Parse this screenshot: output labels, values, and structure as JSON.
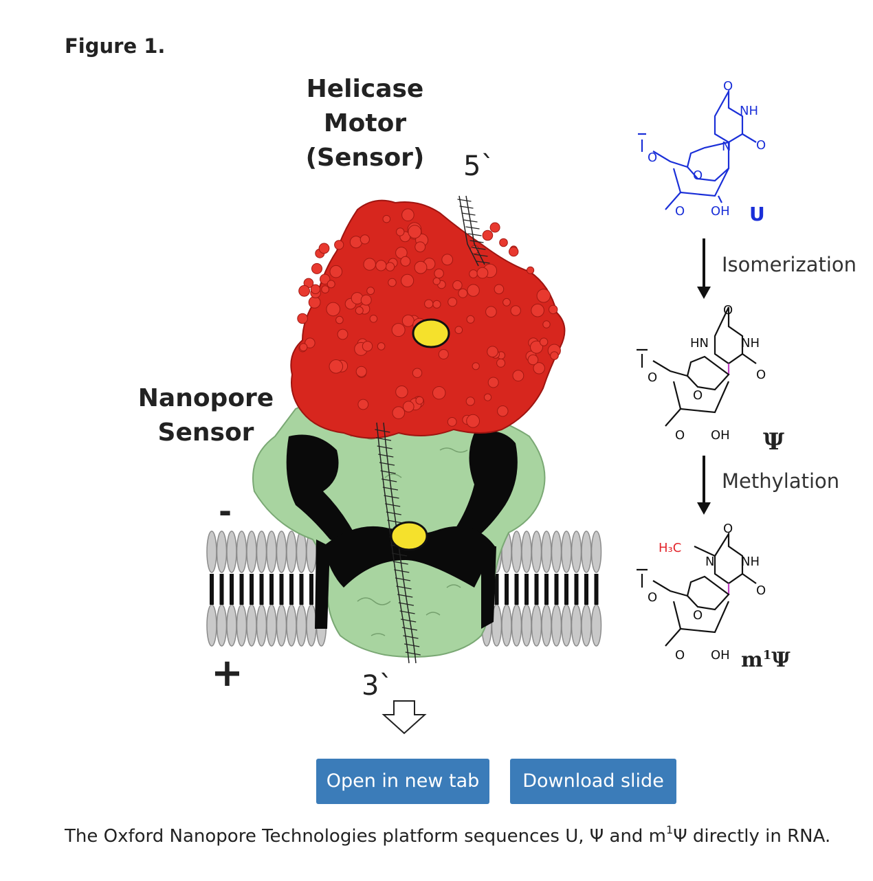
{
  "figure": {
    "heading": "Figure 1.",
    "labels": {
      "helicase": "Helicase\nMotor\n(Sensor)",
      "nanopore": "Nanopore\nSensor",
      "end5": "5`",
      "end3": "3`",
      "minus": "-",
      "plus": "+",
      "isomerization": "Isomerization",
      "methylation": "Methylation",
      "molecule_u": "U",
      "molecule_psi": "Ψ",
      "molecule_m1psi_base": "m",
      "molecule_m1psi_sup": "1",
      "molecule_m1psi_end": "Ψ",
      "atom_o": "O",
      "atom_nh": "NH",
      "atom_n": "N",
      "atom_hn": "HN",
      "atom_oh": "OH",
      "atom_h3c": "H₃C"
    },
    "colors": {
      "helicase": "#d7261e",
      "pore": "#a8d4a0",
      "pore_dark": "#0a0a0a",
      "marker": "#f5e12c",
      "uridine": "#1a2fd8",
      "methyl": "#e3242b",
      "glycosidic_bond": "#c23fc4"
    }
  },
  "actions": {
    "open_new_tab": "Open in new tab",
    "download_slide": "Download slide"
  },
  "caption": {
    "before": "The Oxford Nanopore Technologies platform sequences U, Ψ and m",
    "sup": "1",
    "after": "Ψ directly in RNA."
  }
}
